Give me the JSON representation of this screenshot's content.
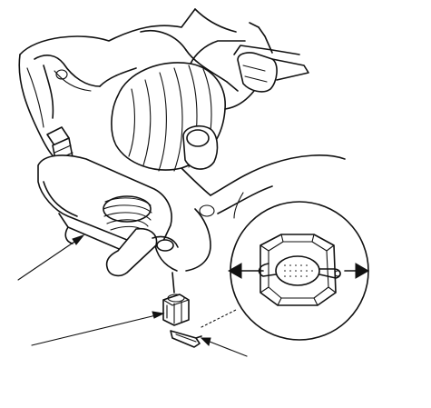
{
  "figure": {
    "type": "technical-illustration",
    "colors": {
      "background": "#ffffff",
      "line": "#111111"
    },
    "icons": [
      "ball-joint-remover-tool",
      "castle-nut",
      "cotter-pin",
      "double-arrow-icon"
    ]
  }
}
